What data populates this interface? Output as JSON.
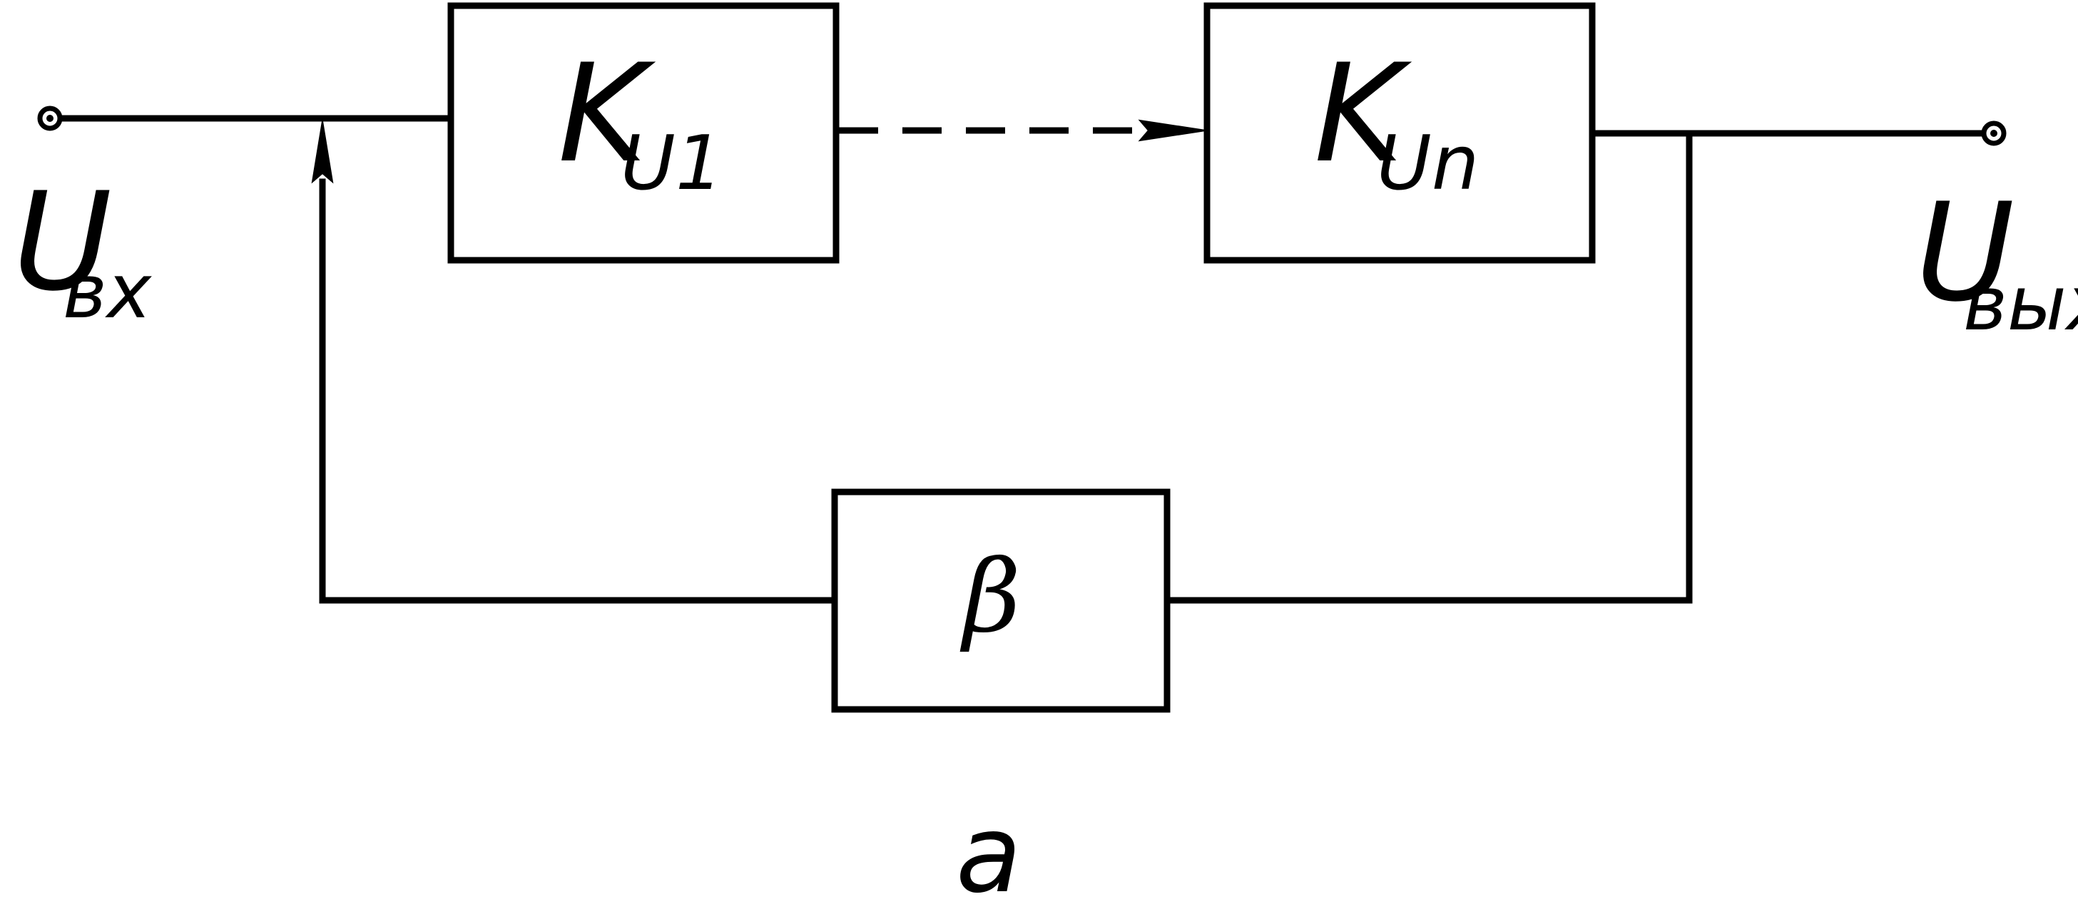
{
  "diagram": {
    "input": {
      "symbol": "U",
      "subscript": "вх"
    },
    "output": {
      "symbol": "U",
      "subscript": "вых"
    },
    "blocks": {
      "first_stage": {
        "symbol": "K",
        "subscript": "U1"
      },
      "last_stage": {
        "symbol": "K",
        "subscript": "Un"
      },
      "feedback": {
        "symbol": "β"
      }
    },
    "caption": "a"
  }
}
